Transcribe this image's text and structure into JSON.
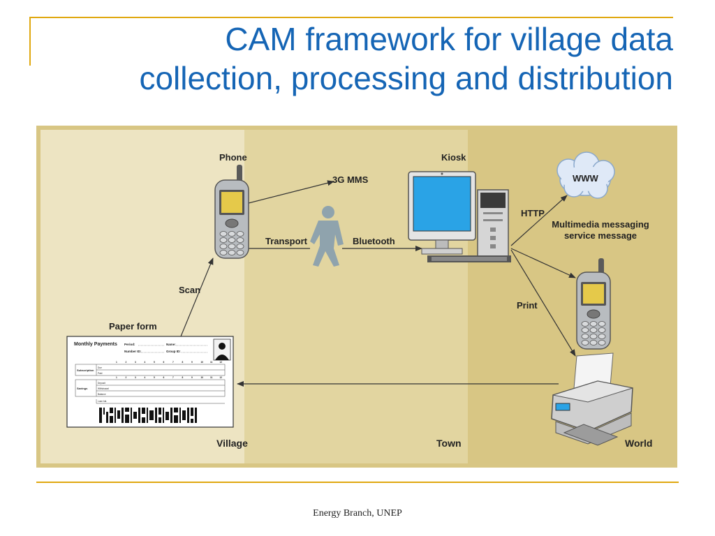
{
  "title": {
    "line1": "CAM framework for village data",
    "line2": "collection, processing and distribution"
  },
  "footer": "Energy Branch, UNEP",
  "colors": {
    "title": "#1565b5",
    "accent_rule": "#e0a80f",
    "zone_village": "#ede4c2",
    "zone_town": "#e2d5a0",
    "zone_world": "#d8c684"
  },
  "diagram": {
    "zones": {
      "village": "Village",
      "town": "Town",
      "world": "World"
    },
    "nodes": {
      "phone": "Phone",
      "kiosk": "Kiosk",
      "www": "WWW",
      "paper_form": "Paper form",
      "mms_service": [
        "Multimedia messaging",
        "service message"
      ]
    },
    "edges": {
      "scan": "Scan",
      "mms_3g": "3G MMS",
      "transport": "Transport",
      "bluetooth": "Bluetooth",
      "http": "HTTP",
      "print": "Print"
    },
    "form": {
      "heading": "Monthly Payments",
      "fields": [
        "Period:",
        "Name:",
        "Number ID:",
        "Group ID:"
      ],
      "rows": [
        "Subscription",
        "Savings"
      ],
      "sublabels": [
        "Due",
        "Paid",
        "Deposit",
        "Withdrawal",
        "Balance",
        "Loan bal."
      ],
      "columns": [
        "1",
        "2",
        "3",
        "4",
        "5",
        "6",
        "7",
        "8",
        "9",
        "10",
        "11",
        "12"
      ]
    }
  }
}
